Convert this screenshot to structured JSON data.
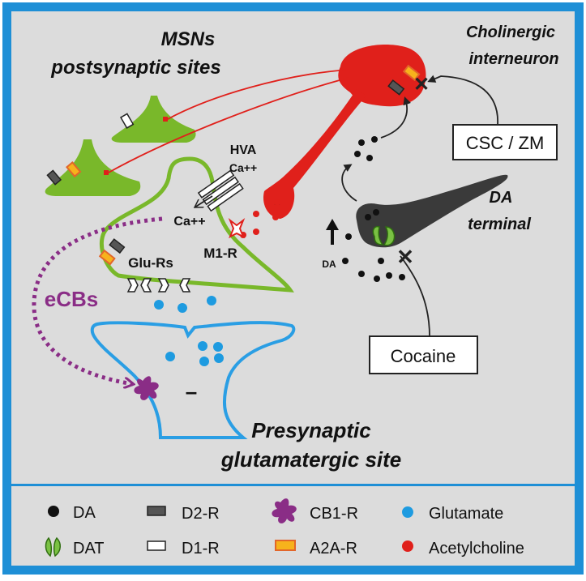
{
  "labels": {
    "msns_line1": "MSNs",
    "msns_line2": "postsynaptic sites",
    "cholinergic_line1": "Cholinergic",
    "cholinergic_line2": "interneuron",
    "csc_zm": "CSC / ZM",
    "da_terminal_line1": "DA",
    "da_terminal_line2": "terminal",
    "hva": "HVA",
    "ca_channel": "Ca++",
    "ca_inside": "Ca++",
    "m1r": "M1-R",
    "glu_rs": "Glu-Rs",
    "ecbs": "eCBs",
    "minus_ach": "-",
    "minus_presyn": "–",
    "da_small": "DA",
    "cocaine": "Cocaine",
    "presyn_line1": "Presynaptic",
    "presyn_line2": "glutamatergic site"
  },
  "legend": [
    {
      "symbol": "DA",
      "label": "DA"
    },
    {
      "symbol": "DAT",
      "label": "DAT"
    },
    {
      "symbol": "D2-R",
      "label": "D2-R"
    },
    {
      "symbol": "D1-R",
      "label": "D1-R"
    },
    {
      "symbol": "CB1-R",
      "label": "CB1-R"
    },
    {
      "symbol": "A2A-R",
      "label": "A2A-R"
    },
    {
      "symbol": "Glutamate",
      "label": "Glutamate"
    },
    {
      "symbol": "Acetylcholine",
      "label": "Acetylcholine"
    }
  ],
  "colors": {
    "frame": "#1e8fd6",
    "panel": "#dcdcdc",
    "msn_green": "#79b82a",
    "ach_red": "#e0201b",
    "glutamate_blue": "#1e9be0",
    "presyn_blue": "#2a9ee4",
    "ecb_purple": "#8a2d86",
    "a2a_orange": "#f7b21c",
    "a2a_border": "#e2662a",
    "d2_gray": "#555555",
    "dark": "#222222"
  }
}
